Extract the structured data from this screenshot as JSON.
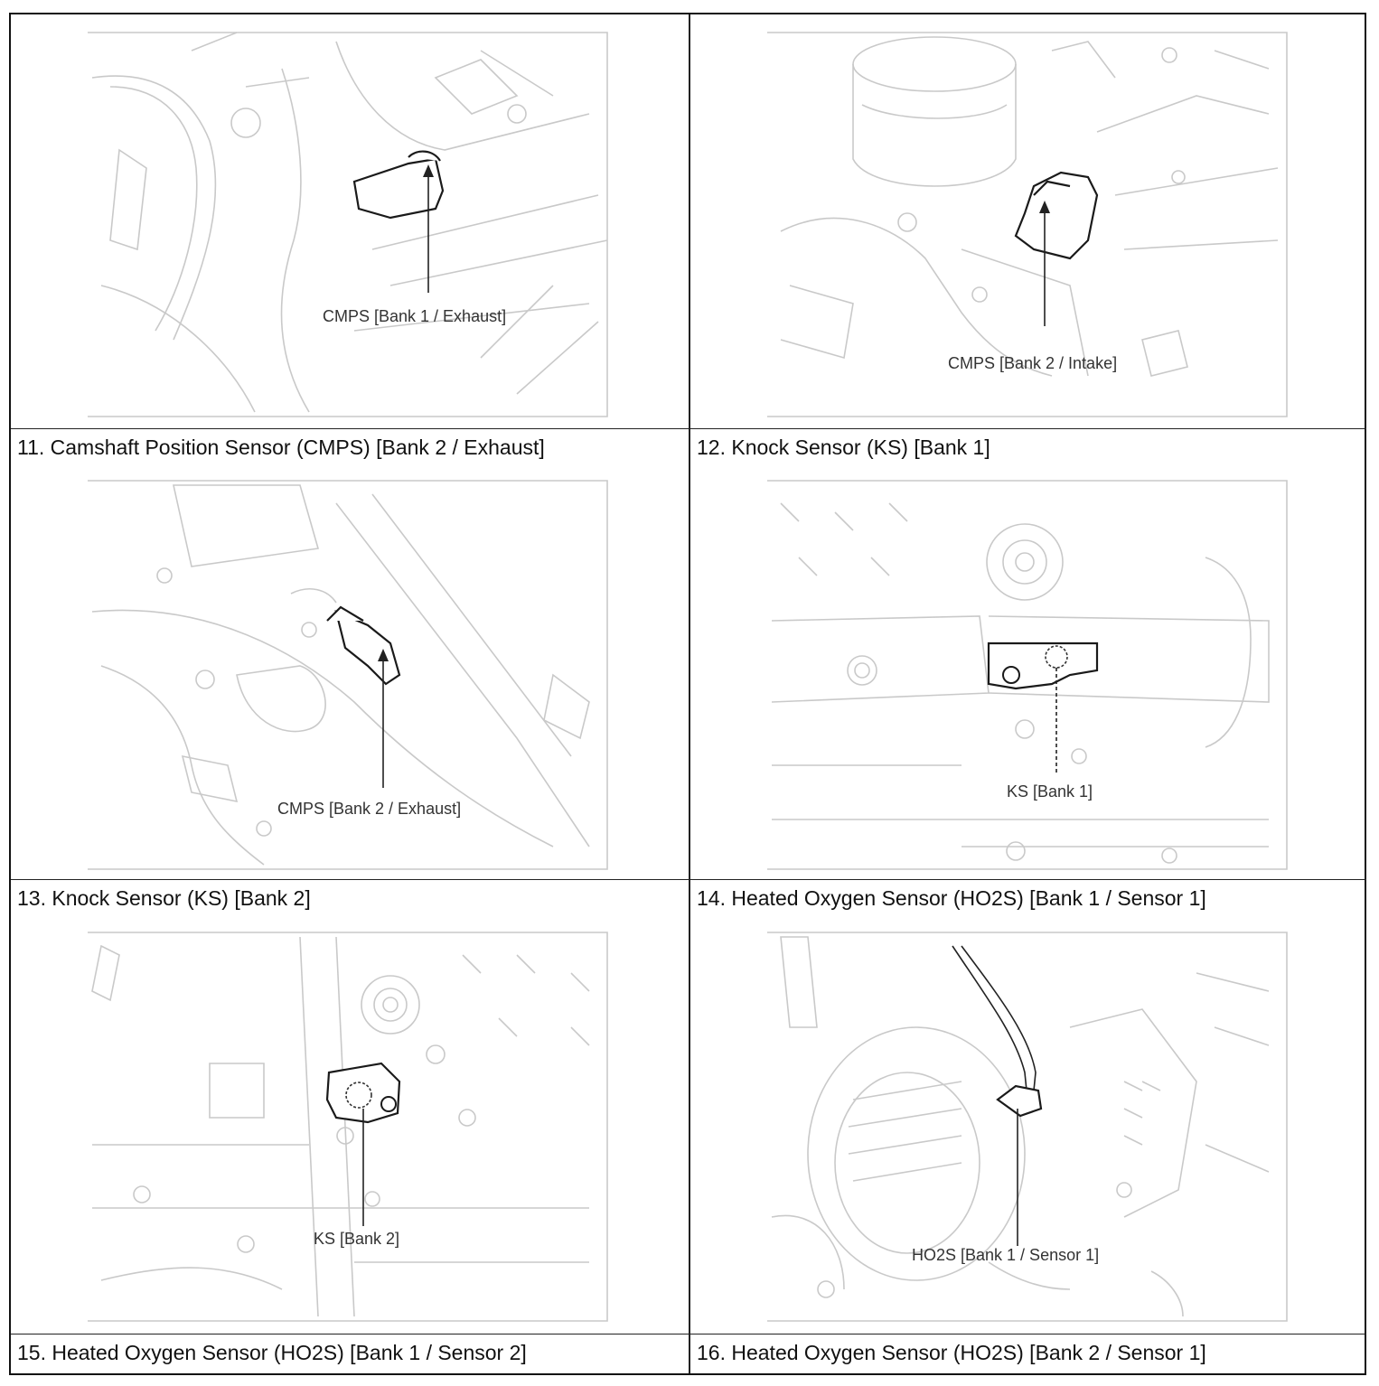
{
  "figures": [
    {
      "callout": "CMPS [Bank 1 / Exhaust]"
    },
    {
      "callout": "CMPS [Bank 2 / Intake]"
    },
    {
      "callout": "CMPS [Bank 2 / Exhaust]"
    },
    {
      "callout": "KS [Bank 1]"
    },
    {
      "callout": "KS [Bank 2]"
    },
    {
      "callout": "HO2S [Bank 1 / Sensor 1]"
    }
  ],
  "captions": [
    "11. Camshaft Position Sensor (CMPS) [Bank 2 / Exhaust]",
    "12. Knock Sensor (KS) [Bank 1]",
    "13. Knock Sensor (KS) [Bank 2]",
    "14. Heated Oxygen Sensor (HO2S) [Bank 1 / Sensor 1]",
    "15. Heated Oxygen Sensor (HO2S) [Bank 1 / Sensor 2]",
    "16. Heated Oxygen Sensor (HO2S) [Bank 2 / Sensor 1]"
  ]
}
